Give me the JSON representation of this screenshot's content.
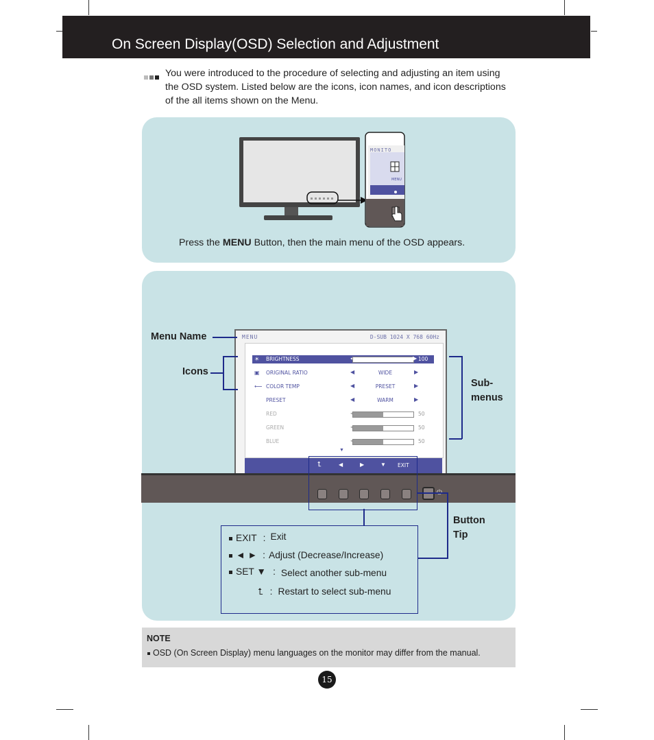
{
  "header": {
    "title": "On Screen Display(OSD) Selection and Adjustment"
  },
  "intro": {
    "text": "You were introduced to the procedure of selecting and adjusting an item using the OSD system. Listed below are the icons, icon names, and icon descriptions of the all items shown on the Menu."
  },
  "panel1": {
    "caption_prefix": "Press the ",
    "caption_bold": "MENU",
    "caption_suffix": " Button, then the main menu of the OSD appears.",
    "mini_osd": {
      "title": "MONITO",
      "menu": "MENU"
    }
  },
  "labels": {
    "menu_name": "Menu Name",
    "icons": "Icons",
    "sub_menus": "Sub-\nmenus",
    "button_tip": "Button\nTip"
  },
  "osd": {
    "menu_title": "MENU",
    "resolution": "D-SUB 1024 X 768 60Hz",
    "rows": [
      {
        "icon": "☀",
        "name": "BRIGHTNESS",
        "type": "bar",
        "level": 100,
        "value": "100",
        "selected": true
      },
      {
        "icon": "▣",
        "name": "ORIGINAL RATIO",
        "type": "option",
        "value": "WIDE"
      },
      {
        "icon": "⟵",
        "name": "COLOR TEMP",
        "type": "option",
        "value": "PRESET"
      },
      {
        "icon": "",
        "name": "PRESET",
        "type": "option",
        "value": "WARM"
      },
      {
        "icon": "",
        "name": "RED",
        "type": "bar",
        "level": 50,
        "value": "50",
        "dim": true
      },
      {
        "icon": "",
        "name": "GREEN",
        "type": "bar",
        "level": 50,
        "value": "50",
        "dim": true
      },
      {
        "icon": "",
        "name": "BLUE",
        "type": "bar",
        "level": 50,
        "value": "50",
        "dim": true
      }
    ],
    "tip_exit": "EXIT"
  },
  "tips": {
    "exit_key": "EXIT",
    "exit_desc": "Exit",
    "adjust_key": "◄ ►",
    "adjust_desc": "Adjust (Decrease/Increase)",
    "set_key": "SET ▼",
    "set_desc": "Select another sub-menu",
    "restart_desc": "Restart to select sub-menu"
  },
  "note": {
    "heading": "NOTE",
    "text": "OSD (On Screen Display) menu languages on the monitor may differ from the manual."
  },
  "page_number": "15"
}
